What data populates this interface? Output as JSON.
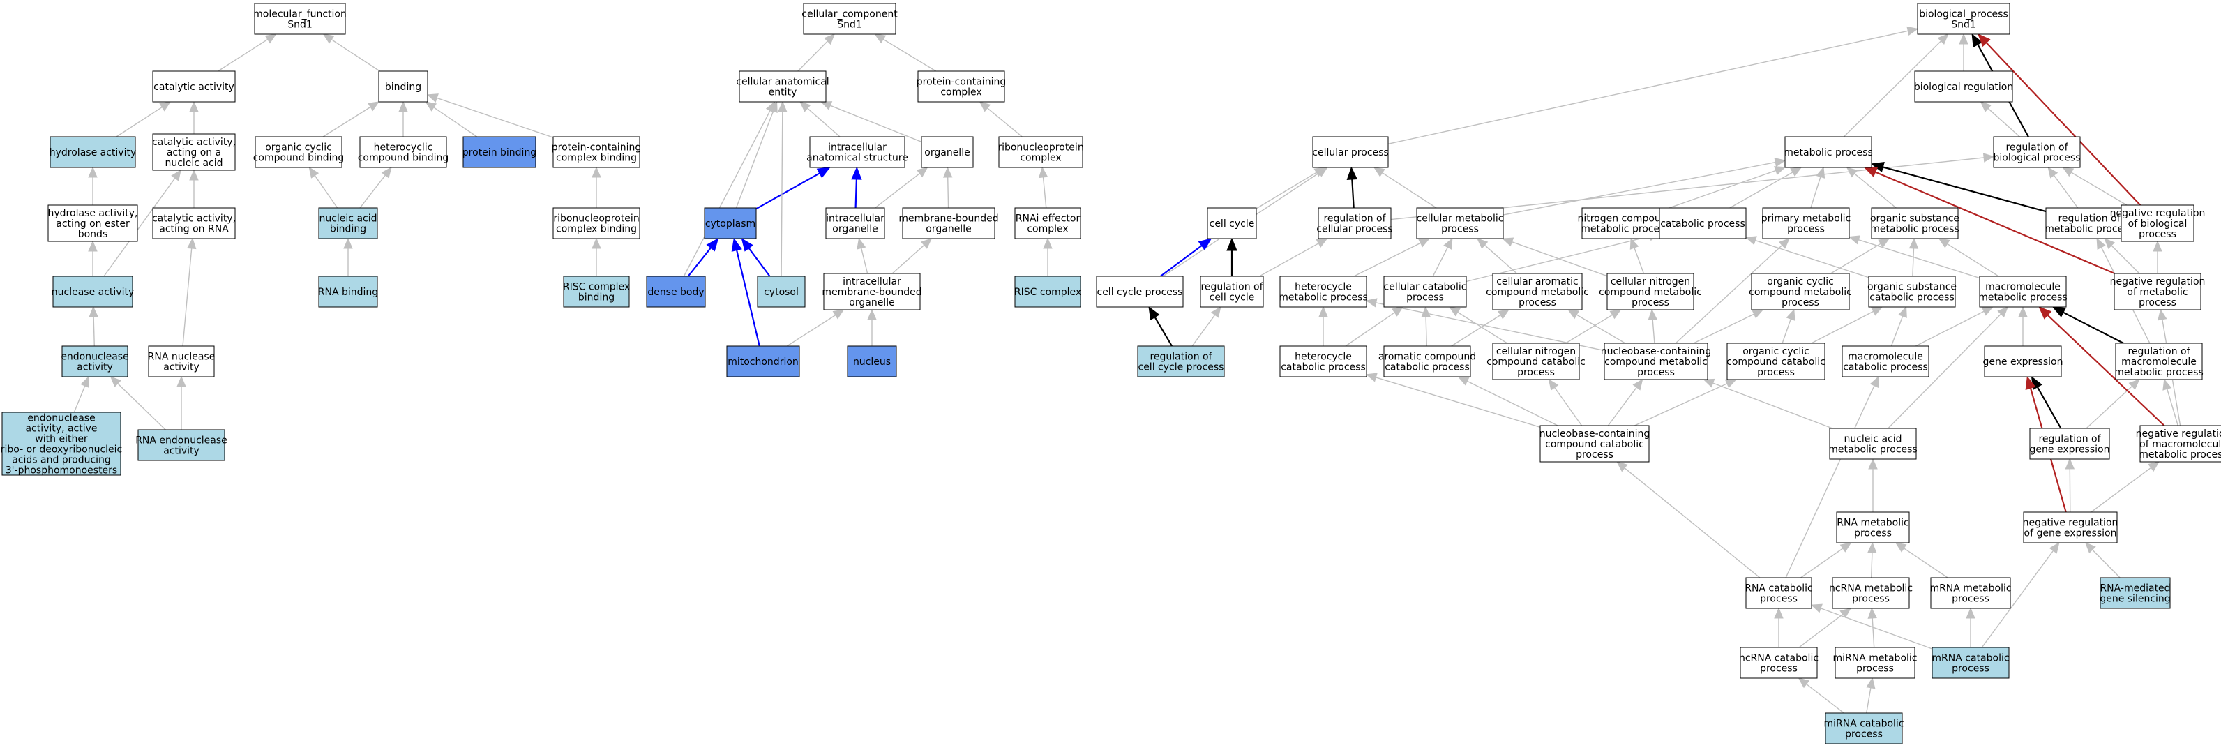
{
  "colors": {
    "term_fill": "#ffffff",
    "annotated_fill": "#add8e6",
    "direct_fill": "#6495ed",
    "border": "#000000",
    "is_a_edge": "#c0c0c0",
    "part_of_edge": "#0000ff",
    "regulates_edge": "#000000",
    "negatively_regulates_edge": "#b22222"
  },
  "nodes": [
    {
      "id": "mf",
      "label": [
        "molecular_function",
        "Snd1"
      ],
      "style": "term"
    },
    {
      "id": "catalytic",
      "label": [
        "catalytic activity"
      ],
      "style": "term"
    },
    {
      "id": "binding",
      "label": [
        "binding"
      ],
      "style": "term"
    },
    {
      "id": "hydrolase",
      "label": [
        "hydrolase activity"
      ],
      "style": "annotated"
    },
    {
      "id": "cat_nucleic",
      "label": [
        "catalytic activity,",
        "acting on a",
        "nucleic acid"
      ],
      "style": "term"
    },
    {
      "id": "org_cyclic_bind",
      "label": [
        "organic cyclic",
        "compound binding"
      ],
      "style": "term"
    },
    {
      "id": "hetero_bind",
      "label": [
        "heterocyclic",
        "compound binding"
      ],
      "style": "term"
    },
    {
      "id": "protein_bind",
      "label": [
        "protein binding"
      ],
      "style": "direct"
    },
    {
      "id": "prot_complex_bind",
      "label": [
        "protein-containing",
        "complex binding"
      ],
      "style": "term"
    },
    {
      "id": "hydro_ester",
      "label": [
        "hydrolase activity,",
        "acting on ester",
        "bonds"
      ],
      "style": "term"
    },
    {
      "id": "cat_rna",
      "label": [
        "catalytic activity,",
        "acting on RNA"
      ],
      "style": "term"
    },
    {
      "id": "nucleic_bind",
      "label": [
        "nucleic acid",
        "binding"
      ],
      "style": "annotated"
    },
    {
      "id": "rnp_complex_bind",
      "label": [
        "ribonucleoprotein",
        "complex binding"
      ],
      "style": "term"
    },
    {
      "id": "nuclease",
      "label": [
        "nuclease activity"
      ],
      "style": "annotated"
    },
    {
      "id": "rna_bind",
      "label": [
        "RNA binding"
      ],
      "style": "annotated"
    },
    {
      "id": "risc_bind",
      "label": [
        "RISC complex",
        "binding"
      ],
      "style": "annotated"
    },
    {
      "id": "endonuclease",
      "label": [
        "endonuclease",
        "activity"
      ],
      "style": "annotated"
    },
    {
      "id": "rna_nuclease",
      "label": [
        "RNA nuclease",
        "activity"
      ],
      "style": "term"
    },
    {
      "id": "endo_either",
      "label": [
        "endonuclease",
        "activity, active",
        "with either",
        "ribo- or deoxyribonucleic",
        "acids and producing",
        "3'-phosphomonoesters"
      ],
      "style": "annotated"
    },
    {
      "id": "rna_endo",
      "label": [
        "RNA endonuclease",
        "activity"
      ],
      "style": "annotated"
    },
    {
      "id": "cc",
      "label": [
        "cellular_component",
        "Snd1"
      ],
      "style": "term"
    },
    {
      "id": "cae",
      "label": [
        "cellular anatomical",
        "entity"
      ],
      "style": "term"
    },
    {
      "id": "pcc",
      "label": [
        "protein-containing",
        "complex"
      ],
      "style": "term"
    },
    {
      "id": "ias",
      "label": [
        "intracellular",
        "anatomical structure"
      ],
      "style": "term"
    },
    {
      "id": "organelle",
      "label": [
        "organelle"
      ],
      "style": "term"
    },
    {
      "id": "rnp_complex",
      "label": [
        "ribonucleoprotein",
        "complex"
      ],
      "style": "term"
    },
    {
      "id": "cytoplasm",
      "label": [
        "cytoplasm"
      ],
      "style": "direct"
    },
    {
      "id": "ic_organelle",
      "label": [
        "intracellular",
        "organelle"
      ],
      "style": "term"
    },
    {
      "id": "mb_organelle",
      "label": [
        "membrane-bounded",
        "organelle"
      ],
      "style": "term"
    },
    {
      "id": "rnai_eff",
      "label": [
        "RNAi effector",
        "complex"
      ],
      "style": "term"
    },
    {
      "id": "dense_body",
      "label": [
        "dense body"
      ],
      "style": "direct"
    },
    {
      "id": "cytosol",
      "label": [
        "cytosol"
      ],
      "style": "annotated"
    },
    {
      "id": "imbo",
      "label": [
        "intracellular",
        "membrane-bounded",
        "organelle"
      ],
      "style": "term"
    },
    {
      "id": "risc",
      "label": [
        "RISC complex"
      ],
      "style": "annotated"
    },
    {
      "id": "mito",
      "label": [
        "mitochondrion"
      ],
      "style": "direct"
    },
    {
      "id": "nucleus",
      "label": [
        "nucleus"
      ],
      "style": "direct"
    },
    {
      "id": "bp",
      "label": [
        "biological_process",
        "Snd1"
      ],
      "style": "term"
    },
    {
      "id": "bio_reg",
      "label": [
        "biological regulation"
      ],
      "style": "term"
    },
    {
      "id": "cell_proc",
      "label": [
        "cellular process"
      ],
      "style": "term"
    },
    {
      "id": "met_proc",
      "label": [
        "metabolic process"
      ],
      "style": "term"
    },
    {
      "id": "reg_bio",
      "label": [
        "regulation of",
        "biological process"
      ],
      "style": "term"
    },
    {
      "id": "cell_cycle",
      "label": [
        "cell cycle"
      ],
      "style": "term"
    },
    {
      "id": "reg_cell",
      "label": [
        "regulation of",
        "cellular process"
      ],
      "style": "term"
    },
    {
      "id": "cell_met",
      "label": [
        "cellular metabolic",
        "process"
      ],
      "style": "term"
    },
    {
      "id": "n_comp_met",
      "label": [
        "nitrogen compound",
        "metabolic process"
      ],
      "style": "term"
    },
    {
      "id": "catab",
      "label": [
        "catabolic process"
      ],
      "style": "term"
    },
    {
      "id": "prim_met",
      "label": [
        "primary metabolic",
        "process"
      ],
      "style": "term"
    },
    {
      "id": "org_sub_met",
      "label": [
        "organic substance",
        "metabolic process"
      ],
      "style": "term"
    },
    {
      "id": "reg_met",
      "label": [
        "regulation of",
        "metabolic process"
      ],
      "style": "term"
    },
    {
      "id": "neg_reg_bio",
      "label": [
        "negative regulation",
        "of biological",
        "process"
      ],
      "style": "term"
    },
    {
      "id": "cc_proc",
      "label": [
        "cell cycle process"
      ],
      "style": "term"
    },
    {
      "id": "reg_cc",
      "label": [
        "regulation of",
        "cell cycle"
      ],
      "style": "term"
    },
    {
      "id": "het_met",
      "label": [
        "heterocycle",
        "metabolic process"
      ],
      "style": "term"
    },
    {
      "id": "cell_catab",
      "label": [
        "cellular catabolic",
        "process"
      ],
      "style": "term"
    },
    {
      "id": "cell_arom_met",
      "label": [
        "cellular aromatic",
        "compound metabolic",
        "process"
      ],
      "style": "term"
    },
    {
      "id": "cell_n_met",
      "label": [
        "cellular nitrogen",
        "compound metabolic",
        "process"
      ],
      "style": "term"
    },
    {
      "id": "org_cyc_met",
      "label": [
        "organic cyclic",
        "compound metabolic",
        "process"
      ],
      "style": "term"
    },
    {
      "id": "org_sub_catab",
      "label": [
        "organic substance",
        "catabolic process"
      ],
      "style": "term"
    },
    {
      "id": "macro_met",
      "label": [
        "macromolecule",
        "metabolic process"
      ],
      "style": "term"
    },
    {
      "id": "neg_reg_met",
      "label": [
        "negative regulation",
        "of metabolic",
        "process"
      ],
      "style": "term"
    },
    {
      "id": "reg_cc_proc",
      "label": [
        "regulation of",
        "cell cycle process"
      ],
      "style": "annotated"
    },
    {
      "id": "het_catab",
      "label": [
        "heterocycle",
        "catabolic process"
      ],
      "style": "term"
    },
    {
      "id": "arom_catab",
      "label": [
        "aromatic compound",
        "catabolic process"
      ],
      "style": "term"
    },
    {
      "id": "cell_n_catab",
      "label": [
        "cellular nitrogen",
        "compound catabolic",
        "process"
      ],
      "style": "term"
    },
    {
      "id": "nb_met",
      "label": [
        "nucleobase-containing",
        "compound metabolic",
        "process"
      ],
      "style": "term"
    },
    {
      "id": "org_cyc_catab",
      "label": [
        "organic cyclic",
        "compound catabolic",
        "process"
      ],
      "style": "term"
    },
    {
      "id": "macro_catab",
      "label": [
        "macromolecule",
        "catabolic process"
      ],
      "style": "term"
    },
    {
      "id": "gene_exp",
      "label": [
        "gene expression"
      ],
      "style": "term"
    },
    {
      "id": "reg_macro_met",
      "label": [
        "regulation of",
        "macromolecule",
        "metabolic process"
      ],
      "style": "term"
    },
    {
      "id": "nb_catab",
      "label": [
        "nucleobase-containing",
        "compound catabolic",
        "process"
      ],
      "style": "term"
    },
    {
      "id": "na_met",
      "label": [
        "nucleic acid",
        "metabolic process"
      ],
      "style": "term"
    },
    {
      "id": "reg_gene_exp",
      "label": [
        "regulation of",
        "gene expression"
      ],
      "style": "term"
    },
    {
      "id": "neg_reg_macro",
      "label": [
        "negative regulation",
        "of macromolecule",
        "metabolic process"
      ],
      "style": "term"
    },
    {
      "id": "rna_met",
      "label": [
        "RNA metabolic",
        "process"
      ],
      "style": "term"
    },
    {
      "id": "neg_reg_gene",
      "label": [
        "negative regulation",
        "of gene expression"
      ],
      "style": "term"
    },
    {
      "id": "rna_catab",
      "label": [
        "RNA catabolic",
        "process"
      ],
      "style": "term"
    },
    {
      "id": "ncrna_met",
      "label": [
        "ncRNA metabolic",
        "process"
      ],
      "style": "term"
    },
    {
      "id": "mrna_met",
      "label": [
        "mRNA metabolic",
        "process"
      ],
      "style": "term"
    },
    {
      "id": "rna_silencing",
      "label": [
        "RNA-mediated",
        "gene silencing"
      ],
      "style": "annotated"
    },
    {
      "id": "ncrna_catab",
      "label": [
        "ncRNA catabolic",
        "process"
      ],
      "style": "term"
    },
    {
      "id": "mirna_met",
      "label": [
        "miRNA metabolic",
        "process"
      ],
      "style": "term"
    },
    {
      "id": "mrna_catab",
      "label": [
        "mRNA catabolic",
        "process"
      ],
      "style": "annotated"
    },
    {
      "id": "mirna_catab",
      "label": [
        "miRNA catabolic",
        "process"
      ],
      "style": "annotated"
    }
  ],
  "edges": [
    [
      "catalytic",
      "mf",
      "is_a"
    ],
    [
      "binding",
      "mf",
      "is_a"
    ],
    [
      "hydrolase",
      "catalytic",
      "is_a"
    ],
    [
      "cat_nucleic",
      "catalytic",
      "is_a"
    ],
    [
      "org_cyclic_bind",
      "binding",
      "is_a"
    ],
    [
      "hetero_bind",
      "binding",
      "is_a"
    ],
    [
      "protein_bind",
      "binding",
      "is_a"
    ],
    [
      "prot_complex_bind",
      "binding",
      "is_a"
    ],
    [
      "hydro_ester",
      "hydrolase",
      "is_a"
    ],
    [
      "cat_rna",
      "cat_nucleic",
      "is_a"
    ],
    [
      "nucleic_bind",
      "org_cyclic_bind",
      "is_a"
    ],
    [
      "nucleic_bind",
      "hetero_bind",
      "is_a"
    ],
    [
      "rnp_complex_bind",
      "prot_complex_bind",
      "is_a"
    ],
    [
      "nuclease",
      "hydro_ester",
      "is_a"
    ],
    [
      "nuclease",
      "cat_nucleic",
      "is_a"
    ],
    [
      "rna_bind",
      "nucleic_bind",
      "is_a"
    ],
    [
      "risc_bind",
      "rnp_complex_bind",
      "is_a"
    ],
    [
      "endonuclease",
      "nuclease",
      "is_a"
    ],
    [
      "rna_nuclease",
      "cat_rna",
      "is_a"
    ],
    [
      "endo_either",
      "endonuclease",
      "is_a"
    ],
    [
      "rna_endo",
      "endonuclease",
      "is_a"
    ],
    [
      "rna_endo",
      "rna_nuclease",
      "is_a"
    ],
    [
      "cae",
      "cc",
      "is_a"
    ],
    [
      "pcc",
      "cc",
      "is_a"
    ],
    [
      "ias",
      "cae",
      "is_a"
    ],
    [
      "organelle",
      "cae",
      "is_a"
    ],
    [
      "rnp_complex",
      "pcc",
      "is_a"
    ],
    [
      "cytoplasm",
      "cae",
      "is_a"
    ],
    [
      "cytoplasm",
      "ias",
      "part_of"
    ],
    [
      "ic_organelle",
      "organelle",
      "is_a"
    ],
    [
      "ic_organelle",
      "ias",
      "part_of"
    ],
    [
      "mb_organelle",
      "organelle",
      "is_a"
    ],
    [
      "rnai_eff",
      "rnp_complex",
      "is_a"
    ],
    [
      "dense_body",
      "cae",
      "is_a"
    ],
    [
      "dense_body",
      "cytoplasm",
      "part_of"
    ],
    [
      "cytosol",
      "cae",
      "is_a"
    ],
    [
      "cytosol",
      "cytoplasm",
      "part_of"
    ],
    [
      "imbo",
      "ic_organelle",
      "is_a"
    ],
    [
      "imbo",
      "mb_organelle",
      "is_a"
    ],
    [
      "risc",
      "rnai_eff",
      "is_a"
    ],
    [
      "mito",
      "imbo",
      "is_a"
    ],
    [
      "mito",
      "cytoplasm",
      "part_of"
    ],
    [
      "nucleus",
      "imbo",
      "is_a"
    ],
    [
      "bio_reg",
      "bp",
      "is_a"
    ],
    [
      "cell_proc",
      "bp",
      "is_a"
    ],
    [
      "met_proc",
      "bp",
      "is_a"
    ],
    [
      "reg_bio",
      "bio_reg",
      "is_a"
    ],
    [
      "reg_bio",
      "bp",
      "regulates"
    ],
    [
      "cell_cycle",
      "cell_proc",
      "is_a"
    ],
    [
      "reg_cell",
      "cell_proc",
      "regulates"
    ],
    [
      "reg_cell",
      "reg_bio",
      "is_a"
    ],
    [
      "cell_met",
      "cell_proc",
      "is_a"
    ],
    [
      "cell_met",
      "met_proc",
      "is_a"
    ],
    [
      "n_comp_met",
      "met_proc",
      "is_a"
    ],
    [
      "catab",
      "met_proc",
      "is_a"
    ],
    [
      "prim_met",
      "met_proc",
      "is_a"
    ],
    [
      "org_sub_met",
      "met_proc",
      "is_a"
    ],
    [
      "reg_met",
      "met_proc",
      "regulates"
    ],
    [
      "reg_met",
      "reg_bio",
      "is_a"
    ],
    [
      "neg_reg_bio",
      "reg_bio",
      "is_a"
    ],
    [
      "neg_reg_bio",
      "bp",
      "negatively_regulates"
    ],
    [
      "cc_proc",
      "cell_proc",
      "is_a"
    ],
    [
      "cc_proc",
      "cell_cycle",
      "part_of"
    ],
    [
      "reg_cc",
      "reg_cell",
      "is_a"
    ],
    [
      "reg_cc",
      "cell_cycle",
      "regulates"
    ],
    [
      "het_met",
      "cell_met",
      "is_a"
    ],
    [
      "cell_catab",
      "cell_met",
      "is_a"
    ],
    [
      "cell_catab",
      "catab",
      "is_a"
    ],
    [
      "cell_arom_met",
      "cell_met",
      "is_a"
    ],
    [
      "cell_n_met",
      "cell_met",
      "is_a"
    ],
    [
      "cell_n_met",
      "n_comp_met",
      "is_a"
    ],
    [
      "org_cyc_met",
      "org_sub_met",
      "is_a"
    ],
    [
      "org_sub_catab",
      "org_sub_met",
      "is_a"
    ],
    [
      "org_sub_catab",
      "catab",
      "is_a"
    ],
    [
      "macro_met",
      "org_sub_met",
      "is_a"
    ],
    [
      "macro_met",
      "prim_met",
      "is_a"
    ],
    [
      "neg_reg_met",
      "reg_met",
      "is_a"
    ],
    [
      "neg_reg_met",
      "neg_reg_bio",
      "is_a"
    ],
    [
      "neg_reg_met",
      "met_proc",
      "negatively_regulates"
    ],
    [
      "reg_cc_proc",
      "cc_proc",
      "regulates"
    ],
    [
      "reg_cc_proc",
      "reg_cc",
      "is_a"
    ],
    [
      "het_catab",
      "het_met",
      "is_a"
    ],
    [
      "het_catab",
      "cell_catab",
      "is_a"
    ],
    [
      "arom_catab",
      "cell_arom_met",
      "is_a"
    ],
    [
      "arom_catab",
      "cell_catab",
      "is_a"
    ],
    [
      "cell_n_catab",
      "cell_n_met",
      "is_a"
    ],
    [
      "cell_n_catab",
      "cell_catab",
      "is_a"
    ],
    [
      "nb_met",
      "het_met",
      "is_a"
    ],
    [
      "nb_met",
      "cell_arom_met",
      "is_a"
    ],
    [
      "nb_met",
      "cell_n_met",
      "is_a"
    ],
    [
      "nb_met",
      "org_cyc_met",
      "is_a"
    ],
    [
      "nb_met",
      "prim_met",
      "is_a"
    ],
    [
      "org_cyc_catab",
      "org_cyc_met",
      "is_a"
    ],
    [
      "org_cyc_catab",
      "org_sub_catab",
      "is_a"
    ],
    [
      "macro_catab",
      "macro_met",
      "is_a"
    ],
    [
      "macro_catab",
      "org_sub_catab",
      "is_a"
    ],
    [
      "gene_exp",
      "macro_met",
      "is_a"
    ],
    [
      "reg_macro_met",
      "reg_met",
      "is_a"
    ],
    [
      "reg_macro_met",
      "macro_met",
      "regulates"
    ],
    [
      "nb_catab",
      "het_catab",
      "is_a"
    ],
    [
      "nb_catab",
      "arom_catab",
      "is_a"
    ],
    [
      "nb_catab",
      "cell_n_catab",
      "is_a"
    ],
    [
      "nb_catab",
      "nb_met",
      "is_a"
    ],
    [
      "nb_catab",
      "org_cyc_catab",
      "is_a"
    ],
    [
      "na_met",
      "nb_met",
      "is_a"
    ],
    [
      "na_met",
      "macro_met",
      "is_a"
    ],
    [
      "reg_gene_exp",
      "reg_macro_met",
      "is_a"
    ],
    [
      "reg_gene_exp",
      "gene_exp",
      "regulates"
    ],
    [
      "neg_reg_macro",
      "reg_macro_met",
      "is_a"
    ],
    [
      "neg_reg_macro",
      "neg_reg_met",
      "is_a"
    ],
    [
      "neg_reg_macro",
      "macro_met",
      "negatively_regulates"
    ],
    [
      "rna_met",
      "na_met",
      "is_a"
    ],
    [
      "neg_reg_gene",
      "reg_gene_exp",
      "is_a"
    ],
    [
      "neg_reg_gene",
      "neg_reg_macro",
      "is_a"
    ],
    [
      "neg_reg_gene",
      "gene_exp",
      "negatively_regulates"
    ],
    [
      "rna_catab",
      "rna_met",
      "is_a"
    ],
    [
      "rna_catab",
      "nb_catab",
      "is_a"
    ],
    [
      "rna_catab",
      "macro_catab",
      "is_a"
    ],
    [
      "ncrna_met",
      "rna_met",
      "is_a"
    ],
    [
      "mrna_met",
      "rna_met",
      "is_a"
    ],
    [
      "rna_silencing",
      "neg_reg_gene",
      "is_a"
    ],
    [
      "ncrna_catab",
      "rna_catab",
      "is_a"
    ],
    [
      "ncrna_catab",
      "ncrna_met",
      "is_a"
    ],
    [
      "mirna_met",
      "ncrna_met",
      "is_a"
    ],
    [
      "mrna_catab",
      "rna_catab",
      "is_a"
    ],
    [
      "mrna_catab",
      "mrna_met",
      "is_a"
    ],
    [
      "mrna_catab",
      "neg_reg_gene",
      "is_a"
    ],
    [
      "mirna_catab",
      "ncrna_catab",
      "is_a"
    ],
    [
      "mirna_catab",
      "mirna_met",
      "is_a"
    ]
  ]
}
